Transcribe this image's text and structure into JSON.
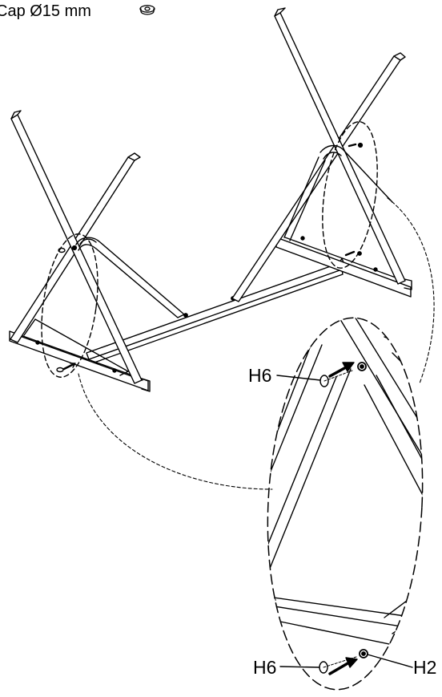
{
  "header": {
    "part_text": "Cap Ø15 mm",
    "part_icon": "cap-icon"
  },
  "callouts": {
    "upper_hole_part": "H6",
    "lower_hole_part": "H6",
    "lower_hole_fastener": "H2"
  },
  "colors": {
    "ink": "#000000",
    "background": "#ffffff"
  }
}
